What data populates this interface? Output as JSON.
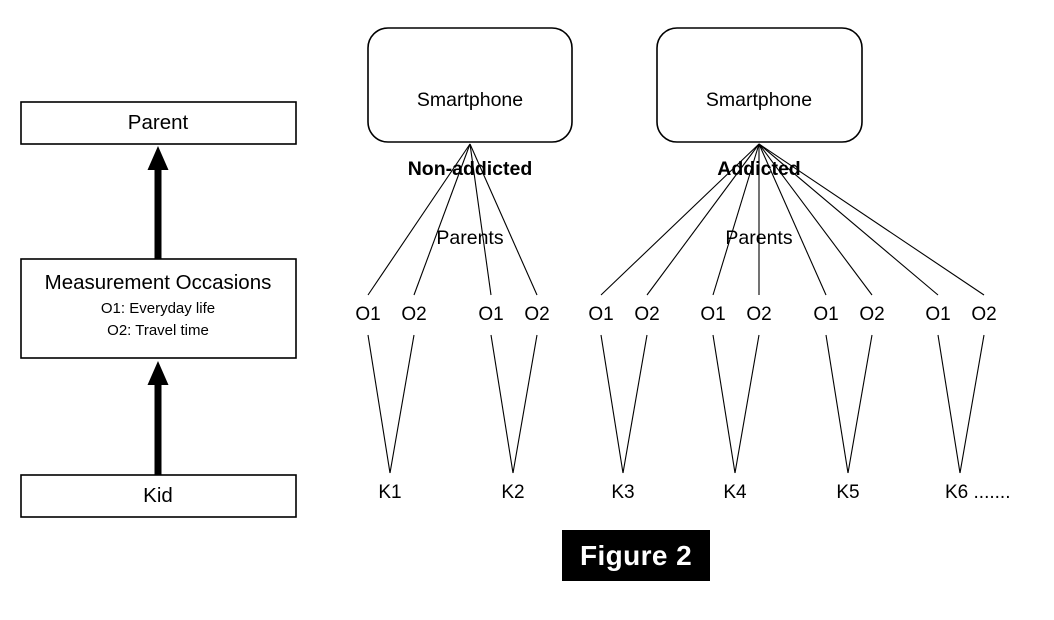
{
  "figure": {
    "caption": "Figure 2",
    "caption_bg": "#000000",
    "caption_fg": "#ffffff",
    "line_color": "#000000",
    "box_fill": "#ffffff",
    "background": "#ffffff"
  },
  "legend_panel": {
    "levels": [
      {
        "id": "parent",
        "title": "Parent",
        "sublines": []
      },
      {
        "id": "measurement-occasions",
        "title": "Measurement Occasions",
        "sublines": [
          "O1: Everyday life",
          "O2: Travel time"
        ]
      },
      {
        "id": "kid",
        "title": "Kid",
        "sublines": []
      }
    ],
    "arrows": [
      {
        "id": "kid-to-occasions",
        "direction": "up"
      },
      {
        "id": "occasions-to-parent",
        "direction": "up"
      }
    ]
  },
  "model_panel": {
    "groups": [
      {
        "id": "non-addicted",
        "label_line1": "Smartphone",
        "label_line2": "Non-addicted",
        "label_line3": "Parents",
        "kids": [
          {
            "id": "K1",
            "label": "K1",
            "occasions": [
              "O1",
              "O2"
            ]
          },
          {
            "id": "K2",
            "label": "K2",
            "occasions": [
              "O1",
              "O2"
            ]
          }
        ]
      },
      {
        "id": "addicted",
        "label_line1": "Smartphone",
        "label_line2": "Addicted",
        "label_line3": "Parents",
        "kids": [
          {
            "id": "K3",
            "label": "K3",
            "occasions": [
              "O1",
              "O2"
            ]
          },
          {
            "id": "K4",
            "label": "K4",
            "occasions": [
              "O1",
              "O2"
            ]
          },
          {
            "id": "K5",
            "label": "K5",
            "occasions": [
              "O1",
              "O2"
            ]
          },
          {
            "id": "K6",
            "label": "K6 .......",
            "occasions": [
              "O1",
              "O2"
            ]
          }
        ]
      }
    ]
  },
  "chart_data": {
    "type": "diagram",
    "title": "Figure 2",
    "description": "Multilevel nesting structure: occasions nested within kids, kids nested within parent groups",
    "levels": [
      "Parent",
      "Measurement Occasions",
      "Kid"
    ],
    "occasion_key": {
      "O1": "Everyday life",
      "O2": "Travel time"
    },
    "groups": [
      {
        "name": "Smartphone Non-addicted Parents",
        "kids": [
          "K1",
          "K2"
        ],
        "occasions_per_kid": 2
      },
      {
        "name": "Smartphone Addicted Parents",
        "kids": [
          "K3",
          "K4",
          "K5",
          "K6 ......."
        ],
        "occasions_per_kid": 2
      }
    ]
  }
}
